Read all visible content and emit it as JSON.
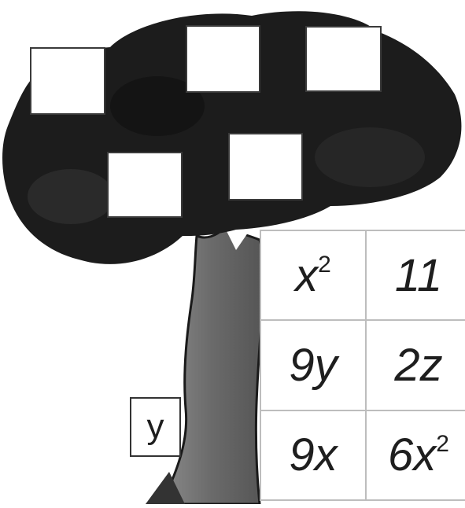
{
  "answer_box": {
    "text": "y"
  },
  "tiles": [
    [
      "x²",
      "11"
    ],
    [
      "9y",
      "2z"
    ],
    [
      "9x",
      "6x²"
    ]
  ],
  "colors": {
    "canopy": "#1c1c1c",
    "trunk": "#6e6e6e",
    "grid_line": "#bdbdbd"
  }
}
